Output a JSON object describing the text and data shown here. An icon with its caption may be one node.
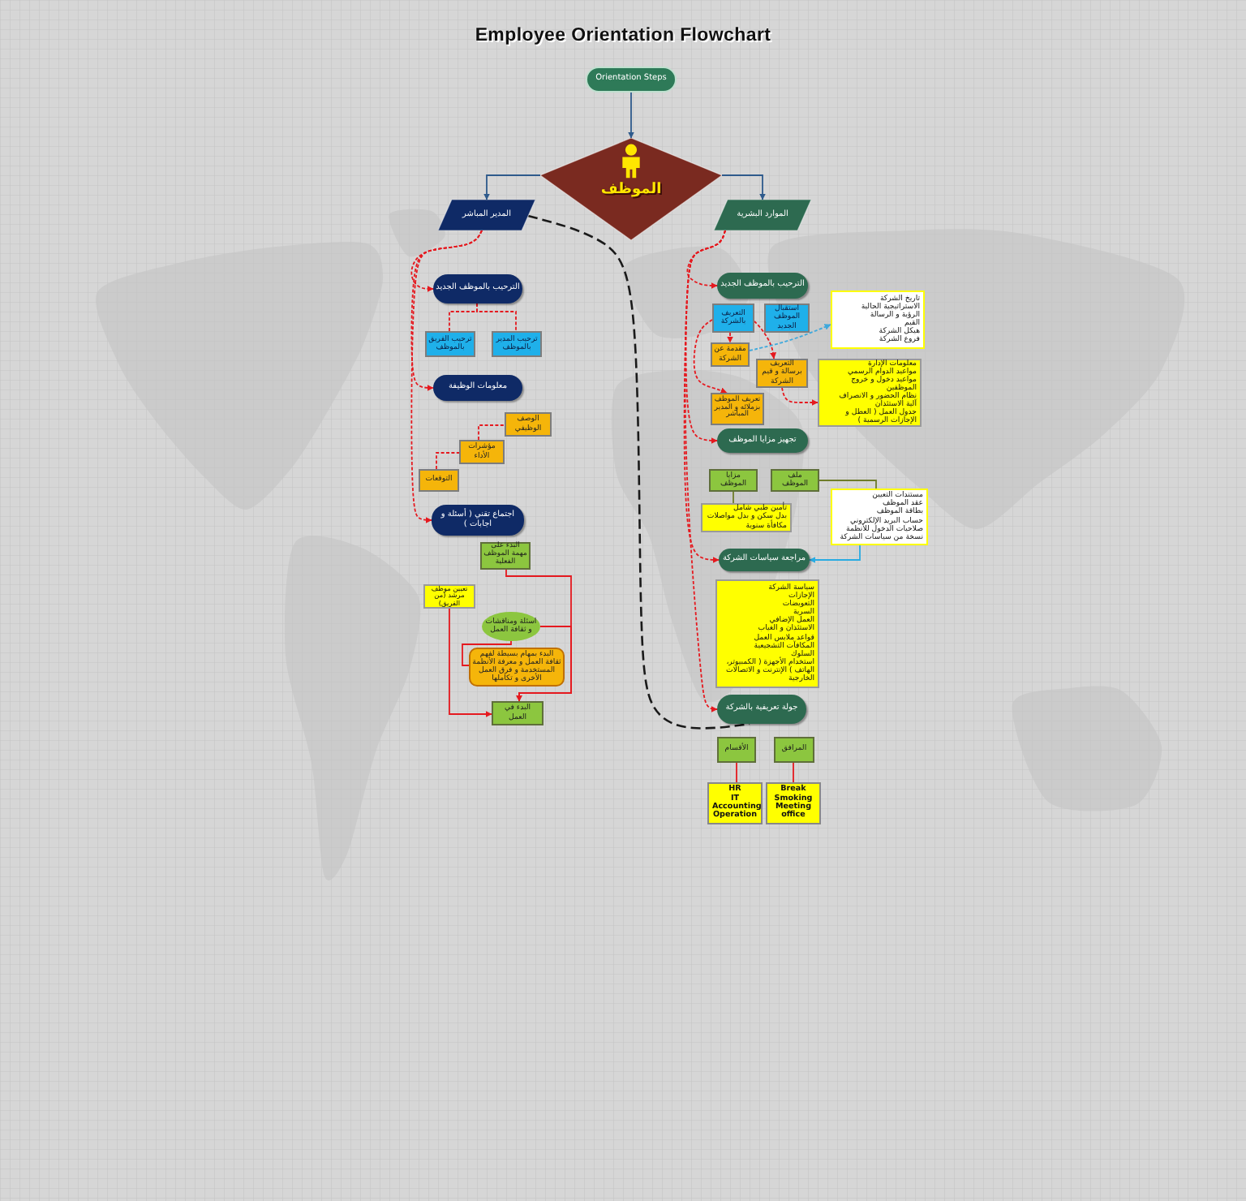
{
  "diagram": {
    "title": "Employee Orientation Flowchart",
    "nodes": [
      {
        "text": [
          "Orientation Steps"
        ]
      },
      {
        "text": [
          "الموظف"
        ]
      },
      {
        "text": [
          "المدير المباشر"
        ]
      },
      {
        "text": [
          "الموارد البشرية"
        ]
      },
      {
        "text": [
          "الترحيب بالموظف الجديد"
        ]
      },
      {
        "text": [
          "ترحيب الفريق بالموظف"
        ]
      },
      {
        "text": [
          "ترحيب المدير بالموظف"
        ]
      },
      {
        "text": [
          "معلومات الوظيفة"
        ]
      },
      {
        "text": [
          "الوصف الوظيفي"
        ]
      },
      {
        "text": [
          "مؤشرات الأداء"
        ]
      },
      {
        "text": [
          "التوقعات"
        ]
      },
      {
        "text": [
          "اجتماع تقني ( أسئلة و اجابات )"
        ]
      },
      {
        "text": [
          "البدء على مهمة الموظف الفعلية"
        ]
      },
      {
        "text": [
          "تعيين موظف مرشد (من الفريق)"
        ]
      },
      {
        "text": [
          "اسئلة ومناقشات و ثقافة العمل"
        ]
      },
      {
        "text": [
          "البدء بمهام بسيطة لفهم ثقافة العمل و معرفة الأنظمة المستخدمة و فرق العمل الأخرى و تكاملها"
        ]
      },
      {
        "text": [
          "البدء في العمل"
        ]
      },
      {
        "text": [
          "الترحيب بالموظف الجديد"
        ]
      },
      {
        "text": [
          "التعريف بالشركة"
        ]
      },
      {
        "text": [
          "استقبال الموظف الجديد"
        ]
      },
      {
        "text": [
          "تاريخ الشركة",
          "الاستراتيجية الحالية",
          "الرؤية و الرسالة",
          "القيم",
          "هيكل الشركة",
          "فروع الشركة"
        ]
      },
      {
        "text": [
          "مقدمة عن الشركة"
        ]
      },
      {
        "text": [
          "التعريف برسالة و قيم الشركة"
        ]
      },
      {
        "text": [
          "معلومات الإدارة",
          "مواعيد الدوام الرسمي",
          "مواعيد دخول و خروج الموظفين",
          "نظام الحضور و الانصراف",
          "آلية الاستئذان",
          "جدول العمل ( العطل و الإجازات الرسمية )"
        ]
      },
      {
        "text": [
          "تعريف الموظف بزملائه و المدير المباشر"
        ]
      },
      {
        "text": [
          "تجهيز مزايا الموظف"
        ]
      },
      {
        "text": [
          "مزايا الموظف"
        ]
      },
      {
        "text": [
          "ملف الموظف"
        ]
      },
      {
        "text": [
          "تأمين طبي شامل",
          "بدل سكن و بدل مواصلات",
          "مكافأة سنوية"
        ]
      },
      {
        "text": [
          "مستندات التعيين",
          "عقد الموظف",
          "بطاقة الموظف",
          "حساب البريد الإلكتروني",
          "صلاحيات الدخول للأنظمة",
          "نسخة من سياسات الشركة"
        ]
      },
      {
        "text": [
          "مراجعة سياسات الشركة"
        ]
      },
      {
        "text": [
          "سياسة الشركة",
          "الإجازات",
          "التعويضات",
          "السرية",
          "العمل الإضافي",
          "الاستئذان و الغياب",
          "قواعد ملابس العمل",
          "المكافآت التشجيعية",
          "السلوك",
          "استخدام الأجهزة ( الكمبيوتر، الهاتف ) الإنترنت و الاتصالات الخارجية"
        ]
      },
      {
        "text": [
          "جولة تعريفية بالشركة"
        ]
      },
      {
        "text": [
          "الأقسام"
        ]
      },
      {
        "text": [
          "المرافق"
        ]
      },
      {
        "text": [
          "HR",
          "IT",
          "Accounting",
          "Operation"
        ]
      },
      {
        "text": [
          "Break",
          "Smoking",
          "Meeting",
          "office"
        ]
      }
    ],
    "edges": [
      {
        "from": 0,
        "to": 1,
        "arrow": "to",
        "color": "#2e5a8c"
      },
      {
        "from": 1,
        "to": 2,
        "arrow": "to",
        "color": "#2e5a8c"
      },
      {
        "from": 1,
        "to": 3,
        "arrow": "to",
        "color": "#2e5a8c"
      },
      {
        "from": 2,
        "to": 4,
        "arrow": "to",
        "style": "dashed"
      },
      {
        "from": 2,
        "to": 7,
        "arrow": "to",
        "style": "dashed"
      },
      {
        "from": 2,
        "to": 11,
        "arrow": "to",
        "style": "dashed"
      },
      {
        "from": 4,
        "to": 5,
        "arrow": "none",
        "style": "dashed"
      },
      {
        "from": 4,
        "to": 6,
        "arrow": "none",
        "style": "dashed"
      },
      {
        "from": 10,
        "to": 9,
        "arrow": "none",
        "style": "dashed"
      },
      {
        "from": 9,
        "to": 8,
        "arrow": "none",
        "style": "dashed"
      },
      {
        "from": 12,
        "to": 16,
        "arrow": "to"
      },
      {
        "from": 14,
        "to": 16,
        "arrow": "to"
      },
      {
        "from": 14,
        "to": 15,
        "arrow": "none"
      },
      {
        "from": 13,
        "to": 16,
        "arrow": "to"
      },
      {
        "from": 3,
        "to": 17,
        "arrow": "to",
        "style": "dashed"
      },
      {
        "from": 3,
        "to": 25,
        "arrow": "to",
        "style": "dashed"
      },
      {
        "from": 3,
        "to": 30,
        "arrow": "to",
        "style": "dashed"
      },
      {
        "from": 3,
        "to": 32,
        "arrow": "to",
        "style": "dashed"
      },
      {
        "from": 18,
        "to": 21,
        "arrow": "to",
        "style": "dashed"
      },
      {
        "from": 18,
        "to": 22,
        "arrow": "to",
        "style": "dashed"
      },
      {
        "from": 18,
        "to": 24,
        "arrow": "to",
        "style": "dashed"
      },
      {
        "from": 21,
        "to": 20,
        "arrow": "to",
        "style": "dashed",
        "color": "#3fa9dc"
      },
      {
        "from": 22,
        "to": 23,
        "arrow": "to",
        "style": "dashed"
      },
      {
        "from": 26,
        "to": 28,
        "arrow": "none",
        "color": "#6f7d2a"
      },
      {
        "from": 27,
        "to": 29,
        "arrow": "none",
        "color": "#6f7d2a"
      },
      {
        "from": 29,
        "to": 30,
        "arrow": "to",
        "color": "#29abe2"
      },
      {
        "from": 33,
        "to": 35,
        "arrow": "none"
      },
      {
        "from": 34,
        "to": 36,
        "arrow": "none"
      },
      {
        "from": 2,
        "to": 32,
        "arrow": "none",
        "style": "dashed",
        "color": "#1a1a1a"
      }
    ]
  }
}
